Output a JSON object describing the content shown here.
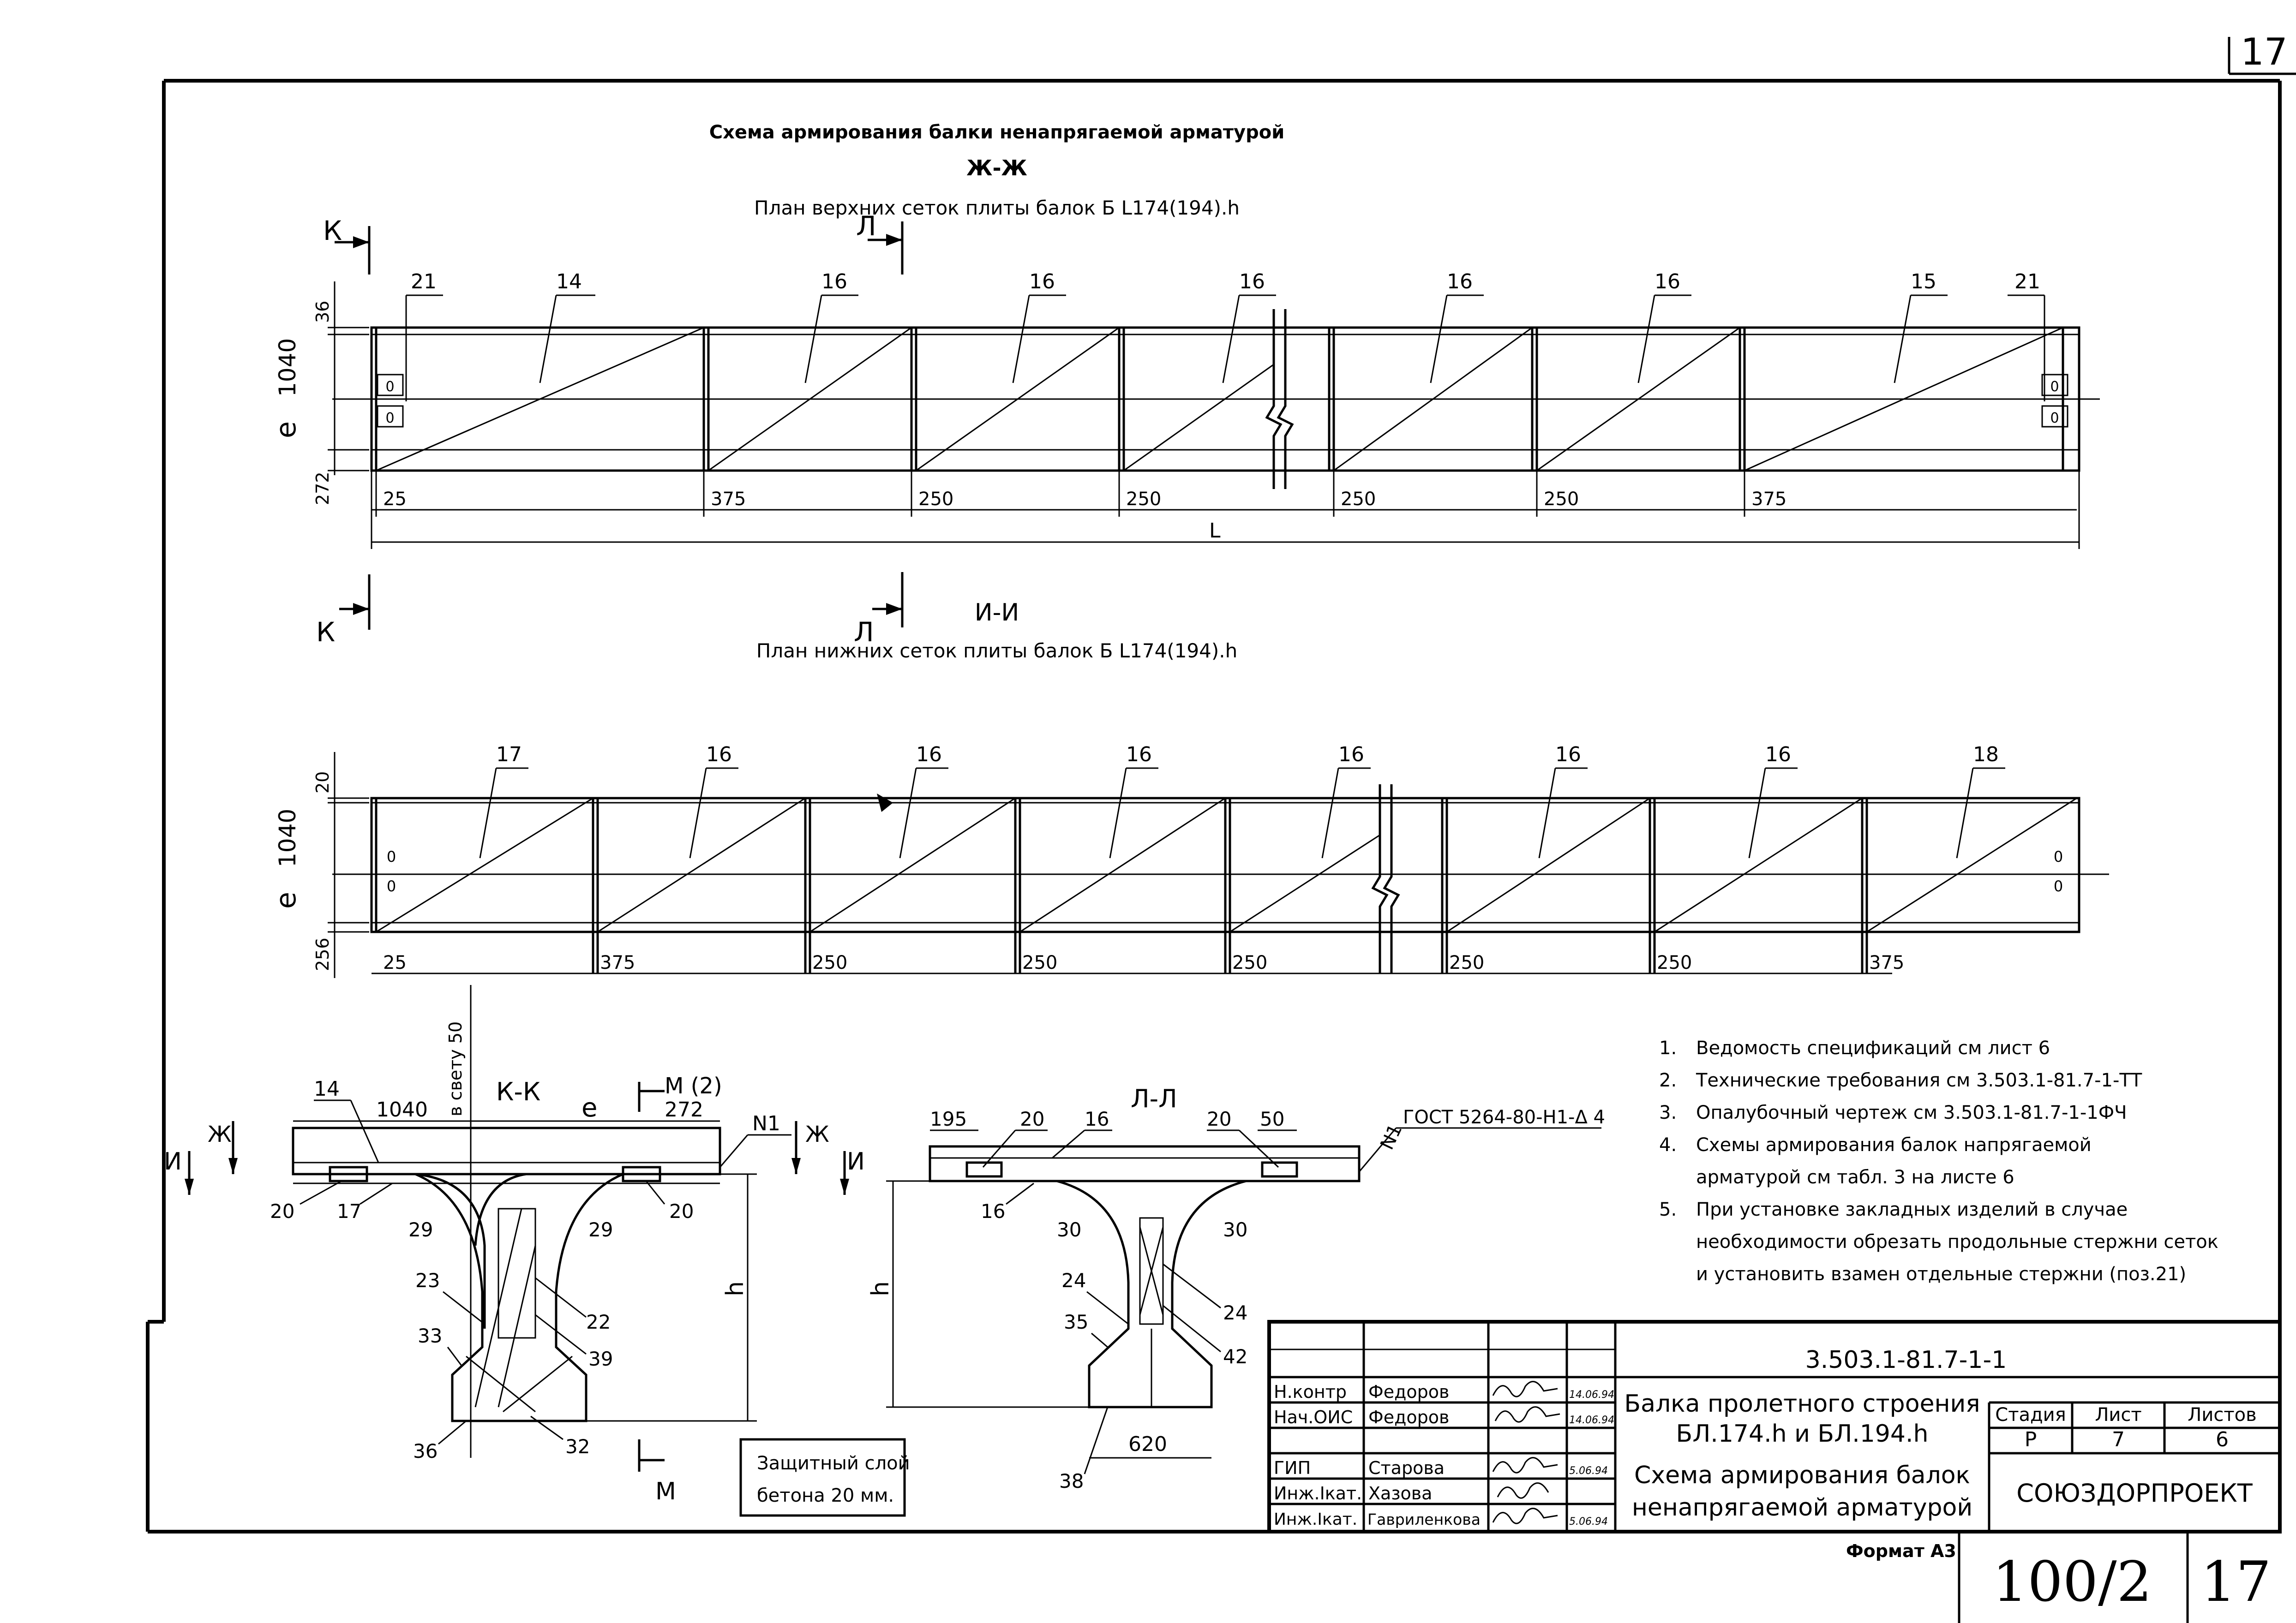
{
  "sheet_corner_number": "17",
  "titles": {
    "main": "Схема армирования балки ненапрягаемой арматурой",
    "section_zh": "Ж-Ж",
    "plan_top": "План верхних сеток плиты балок Б L174(194).h",
    "section_ii": "И-И",
    "plan_bottom": "План нижних сеток плиты балок Б L174(194).h"
  },
  "section_marks": {
    "k": "К",
    "l": "Л",
    "m": "М",
    "m2": "М (2)",
    "zh": "Ж",
    "i": "И",
    "kk": "К-К",
    "ll": "Л-Л",
    "n1": "N1",
    "gost": "ГОСТ 5264-80-Н1-Δ 4",
    "clear": "в свету 50",
    "h": "h",
    "e": "e",
    "L": "L"
  },
  "top_plan": {
    "positions": [
      "21",
      "14",
      "16",
      "16",
      "16",
      "16",
      "16",
      "15",
      "21"
    ],
    "dims_left": [
      "36",
      "1040",
      "e",
      "272"
    ],
    "dims_bottom": [
      "25",
      "375",
      "250",
      "250",
      "250",
      "250",
      "375"
    ],
    "weld_marks": [
      "0",
      "0",
      "0",
      "0"
    ]
  },
  "bottom_plan": {
    "positions": [
      "17",
      "16",
      "16",
      "16",
      "16",
      "16",
      "16",
      "18"
    ],
    "dims_left": [
      "20",
      "1040",
      "e",
      "256"
    ],
    "dims_bottom": [
      "25",
      "375",
      "250",
      "250",
      "250",
      "250",
      "250",
      "375"
    ],
    "weld_marks": [
      "0",
      "0",
      "0",
      "0"
    ]
  },
  "section_kk": {
    "labels": [
      "14",
      "1040",
      "e",
      "272",
      "20",
      "17",
      "29",
      "29",
      "20",
      "23",
      "22",
      "33",
      "39",
      "36",
      "32"
    ]
  },
  "section_ll": {
    "labels": [
      "195",
      "20",
      "16",
      "20",
      "50",
      "16",
      "30",
      "30",
      "24",
      "24",
      "35",
      "42",
      "620",
      "38"
    ]
  },
  "protective_layer": {
    "line1": "Защитный слой",
    "line2": "бетона 20 мм."
  },
  "notes": [
    {
      "num": "1.",
      "text": "Ведомость спецификаций см лист 6"
    },
    {
      "num": "2.",
      "text": "Технические требования см 3.503.1-81.7-1-ТТ"
    },
    {
      "num": "3.",
      "text": "Опалубочный чертеж см 3.503.1-81.7-1-1ФЧ"
    },
    {
      "num": "4.",
      "text": "Схемы армирования балок напрягаемой"
    },
    {
      "num": "",
      "text": "арматурой см табл. 3 на листе 6"
    },
    {
      "num": "5.",
      "text": "При установке закладных изделий в случае"
    },
    {
      "num": "",
      "text": "необходимости обрезать продольные стержни сеток"
    },
    {
      "num": "",
      "text": "и установить взамен отдельные стержни (поз.21)"
    }
  ],
  "title_block": {
    "doc_code": "3.503.1-81.7-1-1",
    "rows": [
      {
        "role": "Н.контр",
        "name": "Федоров",
        "date": "14.06.94"
      },
      {
        "role": "Нач.ОИС",
        "name": "Федоров",
        "date": "14.06.94"
      },
      {
        "role": "",
        "name": "",
        "date": ""
      },
      {
        "role": "ГИП",
        "name": "Старова",
        "date": "5.06.94"
      },
      {
        "role": "Инж.Iкат.",
        "name": "Хазова",
        "date": ""
      },
      {
        "role": "Инж.Iкат.",
        "name": "Гавриленкова",
        "date": "5.06.94"
      }
    ],
    "name_lines": [
      "Балка пролетного строения",
      "БЛ.174.h и БЛ.194.h",
      "Схема армирования балок",
      "ненапрягаемой арматурой"
    ],
    "stage_label": "Стадия",
    "sheet_label": "Лист",
    "sheets_label": "Листов",
    "stage": "Р",
    "sheet": "7",
    "sheets": "6",
    "org": "СОЮЗДОРПРОЕКТ",
    "format": "Формат А3",
    "bottom_code": "100/2",
    "bottom_num": "17"
  }
}
